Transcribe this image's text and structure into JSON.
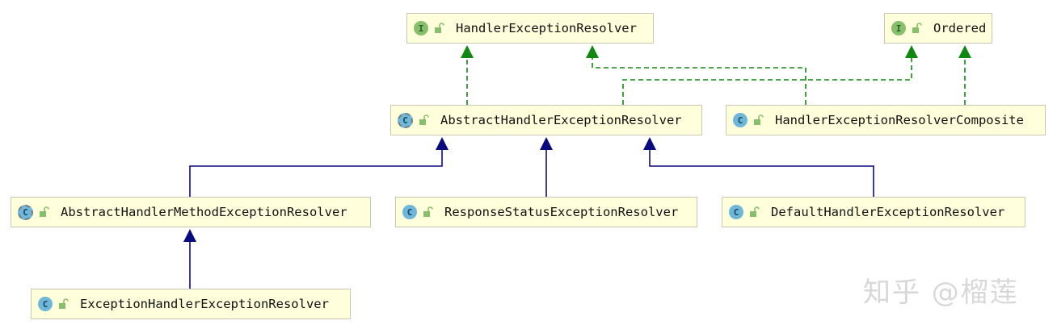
{
  "colors": {
    "implements_edge": "#118811",
    "extends_edge": "#0b0b80",
    "node_fill": "#ffffdc",
    "node_border": "#c8c8b4"
  },
  "nodes": {
    "handler_exception_resolver": {
      "badge": "I",
      "icon": "interface-icon",
      "label": "HandlerExceptionResolver"
    },
    "ordered": {
      "badge": "I",
      "icon": "interface-icon",
      "label": "Ordered"
    },
    "abstract_handler_exception_resolver": {
      "badge": "C",
      "icon": "abstract-class-icon",
      "label": "AbstractHandlerExceptionResolver"
    },
    "handler_exception_resolver_composite": {
      "badge": "C",
      "icon": "class-icon",
      "label": "HandlerExceptionResolverComposite"
    },
    "abstract_handler_method_exception_resolver": {
      "badge": "C",
      "icon": "abstract-class-icon",
      "label": "AbstractHandlerMethodExceptionResolver"
    },
    "response_status_exception_resolver": {
      "badge": "C",
      "icon": "class-icon",
      "label": "ResponseStatusExceptionResolver"
    },
    "default_handler_exception_resolver": {
      "badge": "C",
      "icon": "class-icon",
      "label": "DefaultHandlerExceptionResolver"
    },
    "exception_handler_exception_resolver": {
      "badge": "C",
      "icon": "class-icon",
      "label": "ExceptionHandlerExceptionResolver"
    }
  },
  "edges": [
    {
      "from": "abstract_handler_exception_resolver",
      "to": "handler_exception_resolver",
      "kind": "implements"
    },
    {
      "from": "abstract_handler_exception_resolver",
      "to": "ordered",
      "kind": "implements"
    },
    {
      "from": "handler_exception_resolver_composite",
      "to": "handler_exception_resolver",
      "kind": "implements"
    },
    {
      "from": "handler_exception_resolver_composite",
      "to": "ordered",
      "kind": "implements"
    },
    {
      "from": "abstract_handler_method_exception_resolver",
      "to": "abstract_handler_exception_resolver",
      "kind": "extends"
    },
    {
      "from": "response_status_exception_resolver",
      "to": "abstract_handler_exception_resolver",
      "kind": "extends"
    },
    {
      "from": "default_handler_exception_resolver",
      "to": "abstract_handler_exception_resolver",
      "kind": "extends"
    },
    {
      "from": "exception_handler_exception_resolver",
      "to": "abstract_handler_method_exception_resolver",
      "kind": "extends"
    }
  ],
  "watermark": "知乎 @榴莲"
}
